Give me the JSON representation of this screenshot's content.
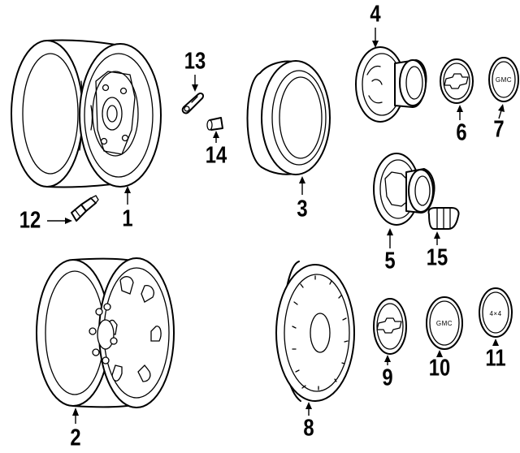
{
  "callouts": [
    {
      "id": "1",
      "label": "1"
    },
    {
      "id": "2",
      "label": "2"
    },
    {
      "id": "3",
      "label": "3"
    },
    {
      "id": "4",
      "label": "4"
    },
    {
      "id": "5",
      "label": "5"
    },
    {
      "id": "6",
      "label": "6"
    },
    {
      "id": "7",
      "label": "7"
    },
    {
      "id": "8",
      "label": "8"
    },
    {
      "id": "9",
      "label": "9"
    },
    {
      "id": "10",
      "label": "10"
    },
    {
      "id": "11",
      "label": "11"
    },
    {
      "id": "12",
      "label": "12"
    },
    {
      "id": "13",
      "label": "13"
    },
    {
      "id": "14",
      "label": "14"
    },
    {
      "id": "15",
      "label": "15"
    }
  ],
  "emblems": {
    "cap7": "GMC",
    "cap10": "GMC",
    "cap11": "4×4"
  }
}
